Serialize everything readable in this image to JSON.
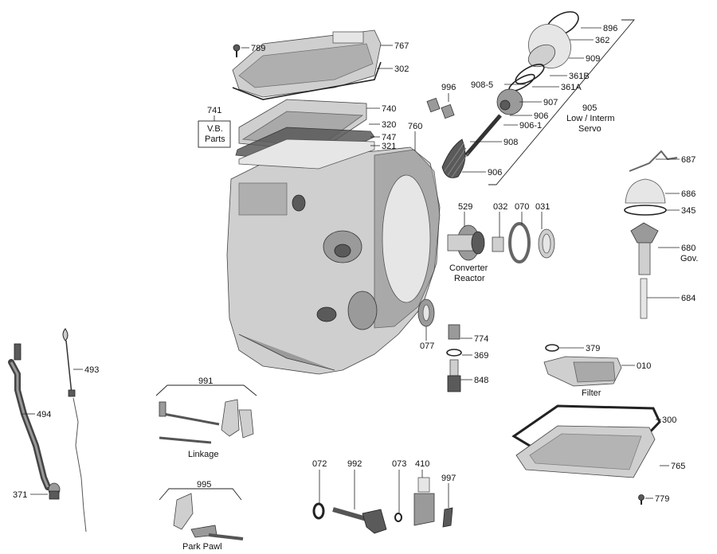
{
  "callouts": {
    "p896": "896",
    "p362": "362",
    "p909": "909",
    "p361b": "361B",
    "p361a": "361A",
    "p9085": "908-5",
    "p907": "907",
    "p906a": "906",
    "p9061": "906-1",
    "p908": "908",
    "p906b": "906",
    "p905": "905",
    "servo1": "Low / Interm",
    "servo2": "Servo",
    "p789": "789",
    "p767": "767",
    "p302": "302",
    "p996": "996",
    "p741": "741",
    "vb1": "V.B.",
    "vb2": "Parts",
    "p740": "740",
    "p320": "320",
    "p747": "747",
    "p321": "321",
    "p760": "760",
    "p529": "529",
    "p032": "032",
    "p070": "070",
    "p031": "031",
    "conv1": "Converter",
    "conv2": "Reactor",
    "p687": "687",
    "p686": "686",
    "p345": "345",
    "p680": "680",
    "gov": "Gov.",
    "p684": "684",
    "p077": "077",
    "p774": "774",
    "p369": "369",
    "p848": "848",
    "p379": "379",
    "p010": "010",
    "filter": "Filter",
    "p300": "300",
    "p765": "765",
    "p779": "779",
    "p493": "493",
    "p494": "494",
    "p371": "371",
    "p991": "991",
    "linkage": "Linkage",
    "p995": "995",
    "parkpawl": "Park Pawl",
    "p072": "072",
    "p992": "992",
    "p073": "073",
    "p410": "410",
    "p997": "997"
  }
}
